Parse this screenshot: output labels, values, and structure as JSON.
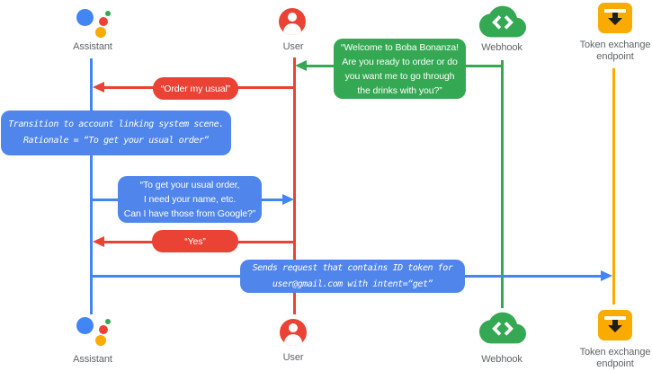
{
  "colors": {
    "blue": "#4285F4",
    "blue_box": "#5086EC",
    "red": "#EA4335",
    "green": "#34A853",
    "yellow": "#F9AB00",
    "label_gray": "#5F6368"
  },
  "actors": {
    "assistant": {
      "label": "Assistant"
    },
    "user": {
      "label": "User"
    },
    "webhook": {
      "label": "Webhook"
    },
    "token_endpoint": {
      "label_line1": "Token exchange",
      "label_line2": "endpoint"
    }
  },
  "messages": {
    "welcome": {
      "from": "Webhook",
      "to": "User",
      "lines": [
        "“Welcome to Boba Bonanza!",
        "Are you ready to order or do",
        "you want me to go through",
        "the drinks with you?”"
      ]
    },
    "order_usual": {
      "from": "User",
      "to": "Assistant",
      "text": "“Order my usual”"
    },
    "transition_note": {
      "on": "Assistant",
      "lines": [
        "Transition to account linking system scene.",
        "Rationale = “To get your usual order”"
      ]
    },
    "ask_account": {
      "from": "Assistant",
      "to": "User",
      "lines": [
        "“To get your usual order,",
        "I need your name, etc.",
        "Can I have those from Google?”"
      ]
    },
    "yes": {
      "from": "User",
      "to": "Assistant",
      "text": "“Yes”"
    },
    "sends_request": {
      "from": "Assistant",
      "to": "Token exchange endpoint",
      "lines": [
        "Sends request that contains ID token for",
        "user@gmail.com with intent=“get”"
      ]
    }
  }
}
